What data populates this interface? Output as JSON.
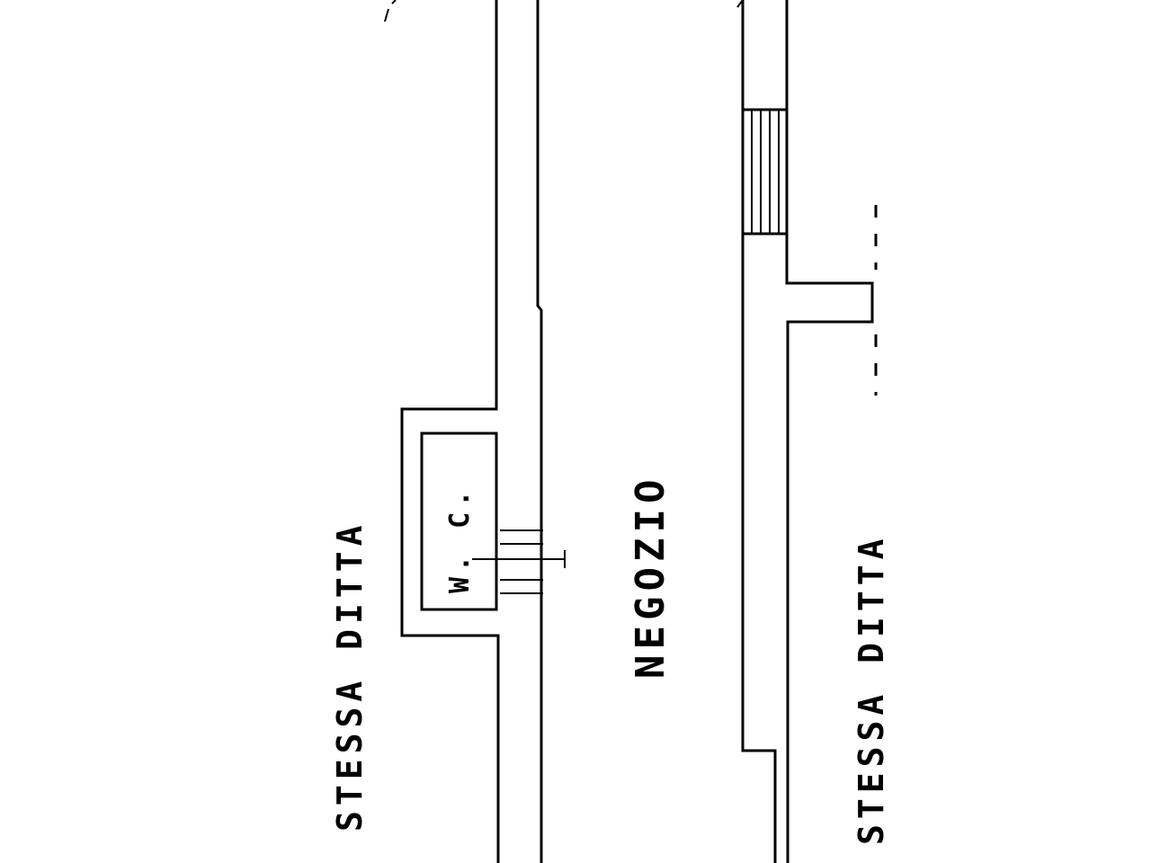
{
  "labels": {
    "room": "NEGOZIO",
    "wc": "W. C.",
    "left_owner": "STESSA DITTA",
    "right_owner": "STESSA DITTA"
  },
  "colors": {
    "ink": "#000000",
    "paper": "#ffffff"
  }
}
